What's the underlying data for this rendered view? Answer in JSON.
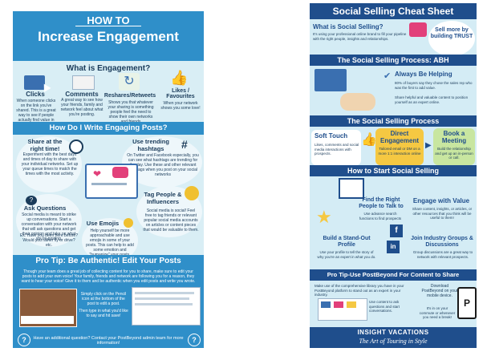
{
  "left": {
    "howto": "HOW TO",
    "title": "Increase Engagement",
    "what_heading": "What is Engagement?",
    "clicks": {
      "label": "Clicks",
      "text": "When someone clicks on the link you've shared. This is a great way to see if people actually find value in what you've shared"
    },
    "comments": {
      "label": "Comments",
      "text": "A great way to see how your friends, family and network feel about what you're posting."
    },
    "reshares": {
      "label": "Reshares/Retweets",
      "text": "Shows you that whatever your sharing is something people feel the need to show their own networks and friends"
    },
    "likes": {
      "label": "Likes / Favourites",
      "text": "When your network shows you some love!"
    },
    "write_heading": "How Do I Write Engaging Posts?",
    "share_time": {
      "label": "Share at the right time!",
      "text": "Experiment with the best days and times of day to share with your individual networks. Set up your queue times to match the times with the most activity."
    },
    "hashtags": {
      "label": "Use trending hashtags",
      "text": "On Twitter and Facebook especially, you can see what hashtags are trending for the day. Use these and other relevant hashtags when you post on your social networks"
    },
    "ask": {
      "label": "Ask Questions",
      "text": "Social media is meant to strike up conversations. Start a conversation with your network that will ask questions and get their opinion and take on what you're posting."
    },
    "ask_q": "Ex. Have you been here before? Would you rather fly or drive? etc.",
    "tag": {
      "label": "Tag People & Influencers",
      "text": "Social media is social! Feel free to tag friends or relevant popular social media accounts on articles or content pieces that would be valuable to them."
    },
    "emojis": {
      "label": "Use Emojis",
      "text": "Help yourself be more approachable and use emojis in some of your posts. This can help to add some emotion and \"humanize\" your posts, which makes people feel more comfortable interacting with you as another human."
    },
    "protip_heading": "Pro Tip: Be Authentic! Edit Your Posts",
    "protip_text": "Though your team does a great job of collecting content for you to share, make sure to edit your posts to add your own voice! Your family, friends and network are following you for a reason, they want to hear your voice! Give it to them and be authentic when you edit posts and write you wrote.",
    "step1": "Simply click on the Pencil icon at the bottom of the post to edit a post.",
    "step2": "Then type in what you'd like to say and hit save!",
    "footer": "Have an additional question? Contact your PostBeyond admin team for more information!"
  },
  "right": {
    "title": "Social Selling Cheat Sheet",
    "what_heading": "What is Social Selling?",
    "what_text": "It's using your professional online brand to fill your pipeline with the right people, insights and relationships.",
    "sell_more": "Sell more by building TRUST",
    "abh_heading": "The Social Selling Process: ABH",
    "always_helping": "Always Be Helping",
    "abh_text1": "80% of buyers say they chose the sales rep who was the first to add value.",
    "abh_text2": "Share helpful and valuable content to position yourself as an expert online.",
    "process_heading": "The Social Selling Process",
    "soft_touch": "Soft Touch",
    "soft_text": "Likes, comments and social media interactions with prospects.",
    "direct": "Direct Engagement",
    "direct_text": "Tailored email or DM on a more 1:1 interaction online",
    "meeting": "Book a Meeting",
    "meeting_text": "Build the relationship and get up an in-person or call.",
    "start_heading": "How to Start Social Selling",
    "find": "Find the Right People to Talk to",
    "find_text": "Use advance search functions to find prospects",
    "engage": "Engage with Value",
    "engage_text": "Share content, insights, or articles, or other resources that you think will be useful to them!",
    "profile": "Build a Stand-Out Profile",
    "profile_text": "Use your profile to tell the story of why you're an expert in what you do.",
    "groups": "Join Industry Groups & Discussions",
    "groups_text": "Group discussions are a great way to network with relevant prospects.",
    "protip_heading": "Pro Tip-Use PostBeyond For Content to Share",
    "protip_text": "Make use of the comprehensive library you have in your PostBeyond platform to stand out as an expert in your industry.",
    "protip_text2": "Use content to ask questions and start conversations.",
    "download": "Download PostBeyond on your mobile device.",
    "download_text": "It's in on your commute or whenever you need a break!",
    "brand": "INSIGHT VACATIONS",
    "tagline": "The Art of Touring in Style"
  }
}
